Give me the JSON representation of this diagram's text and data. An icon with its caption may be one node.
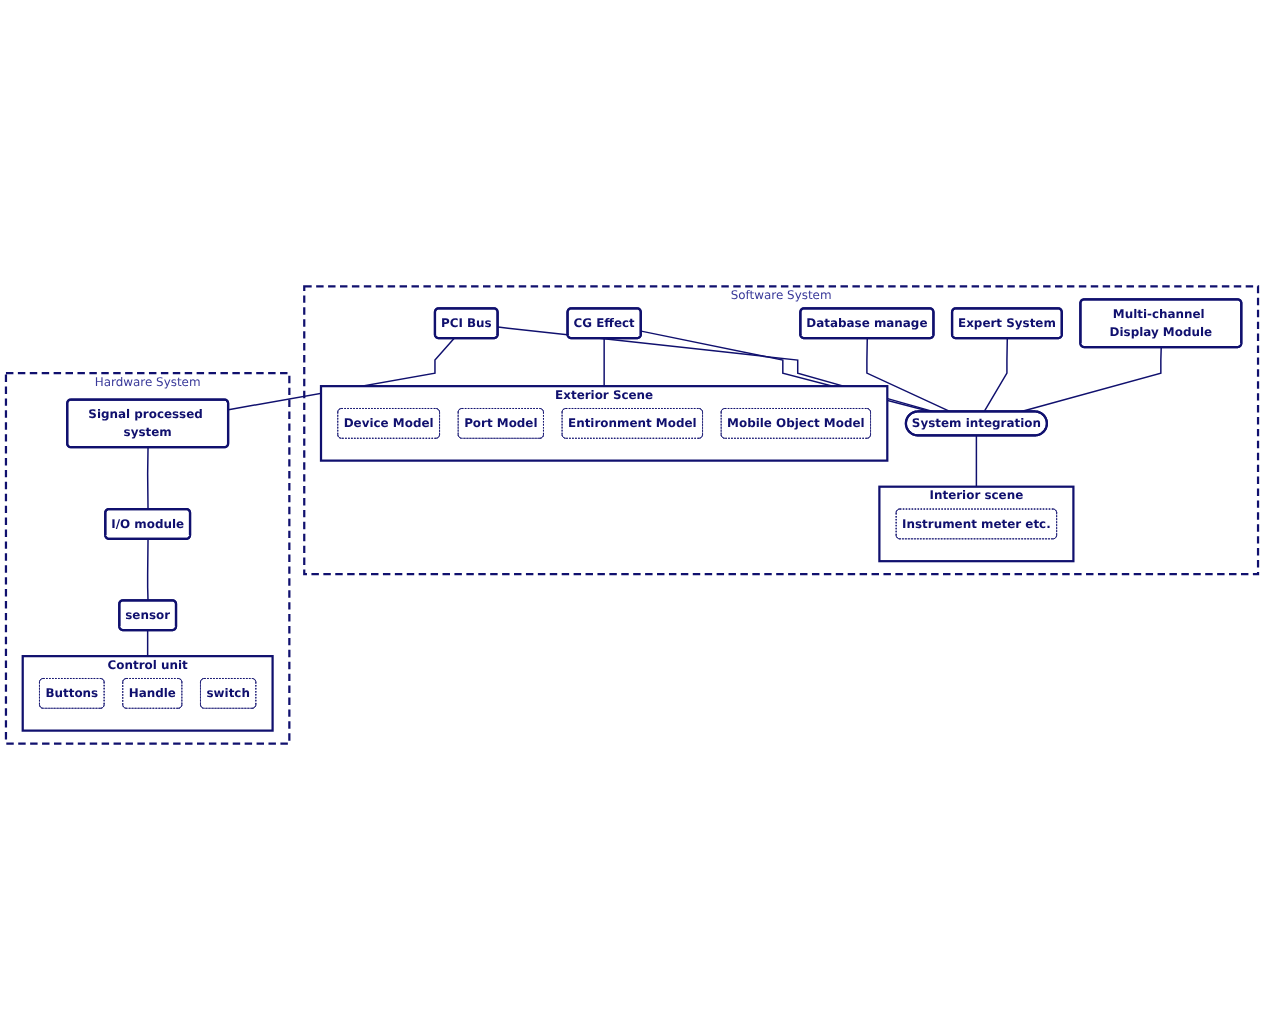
{
  "diagram": {
    "nodes": [
      {
        "text": [
          "Software System"
        ]
      },
      {
        "text": [
          "Multi-channel Display Module"
        ],
        "in": 0
      },
      {
        "text": [
          "CG Effect"
        ],
        "in": 0
      },
      {
        "text": [
          "Expert System"
        ],
        "in": 0
      },
      {
        "text": [
          "System integration"
        ],
        "in": 0
      },
      {
        "text": [
          "Database manage"
        ],
        "in": 0
      },
      {
        "text": [
          "PCI Bus"
        ],
        "in": 0
      },
      {
        "text": [
          "Interior scene"
        ],
        "in": 0
      },
      {
        "text": [
          "Instrument meter etc."
        ],
        "in": 7
      },
      {
        "text": [
          "Exterior Scene"
        ],
        "in": 0
      },
      {
        "text": [
          "Device Model"
        ],
        "in": 9
      },
      {
        "text": [
          "Port Model"
        ],
        "in": 9
      },
      {
        "text": [
          "Entironment Model"
        ],
        "in": 9
      },
      {
        "text": [
          "Mobile Object Model"
        ],
        "in": 9
      },
      {
        "text": [
          "Hardware System"
        ]
      },
      {
        "text": [
          "Signal processed system"
        ],
        "in": 14
      },
      {
        "text": [
          "I/O module"
        ],
        "in": 14
      },
      {
        "text": [
          "sensor"
        ],
        "in": 14
      },
      {
        "text": [
          "Control unit"
        ],
        "in": 14
      },
      {
        "text": [
          "Buttons"
        ],
        "in": 18
      },
      {
        "text": [
          "Handle"
        ],
        "in": 18
      },
      {
        "text": [
          "switch"
        ],
        "in": 18
      }
    ],
    "edges": [
      {
        "from": 1,
        "to": 4,
        "arrow": "none"
      },
      {
        "from": 3,
        "to": 4,
        "arrow": "none"
      },
      {
        "from": 5,
        "to": 4,
        "arrow": "none"
      },
      {
        "from": 6,
        "to": 4,
        "arrow": "none"
      },
      {
        "from": 2,
        "to": 4,
        "arrow": "none"
      },
      {
        "from": 4,
        "to": 7,
        "arrow": "none"
      },
      {
        "from": 2,
        "to": 9,
        "arrow": "none"
      },
      {
        "from": 6,
        "to": 15,
        "arrow": "none"
      },
      {
        "from": 15,
        "to": 16,
        "arrow": "none"
      },
      {
        "from": 16,
        "to": 17,
        "arrow": "none"
      },
      {
        "from": 17,
        "to": 18,
        "arrow": "none"
      }
    ]
  }
}
